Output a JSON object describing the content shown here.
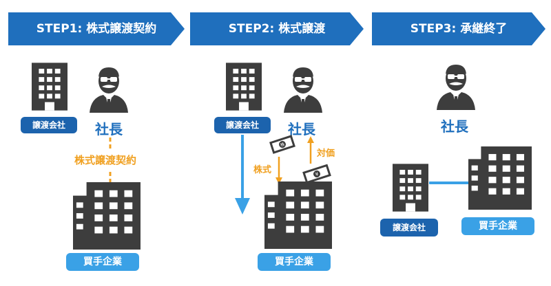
{
  "steps": [
    {
      "title": "STEP1: 株式譲渡契約",
      "seller": "譲渡会社",
      "ceo": "社長",
      "contract": "株式譲渡契約",
      "buyer": "買手企業"
    },
    {
      "title": "STEP2: 株式譲渡",
      "seller": "譲渡会社",
      "ceo": "社長",
      "shares": "株式",
      "price": "対価",
      "buyer": "買手企業"
    },
    {
      "title": "STEP3: 承継終了",
      "ceo": "社長",
      "seller": "譲渡会社",
      "buyer": "買手企業"
    }
  ],
  "icons": {
    "building": "building-icon",
    "person": "person-icon",
    "stock_certificate": "stock-certificate-icon",
    "cash": "yen-bill-icon"
  },
  "colors": {
    "header_blue": "#1f6fbd",
    "pill_dark": "#1c63ad",
    "pill_light": "#3aa1e6",
    "accent_orange": "#f0a020",
    "arrow_blue": "#3aa1e6",
    "icon_gray": "#3d3d3d"
  }
}
